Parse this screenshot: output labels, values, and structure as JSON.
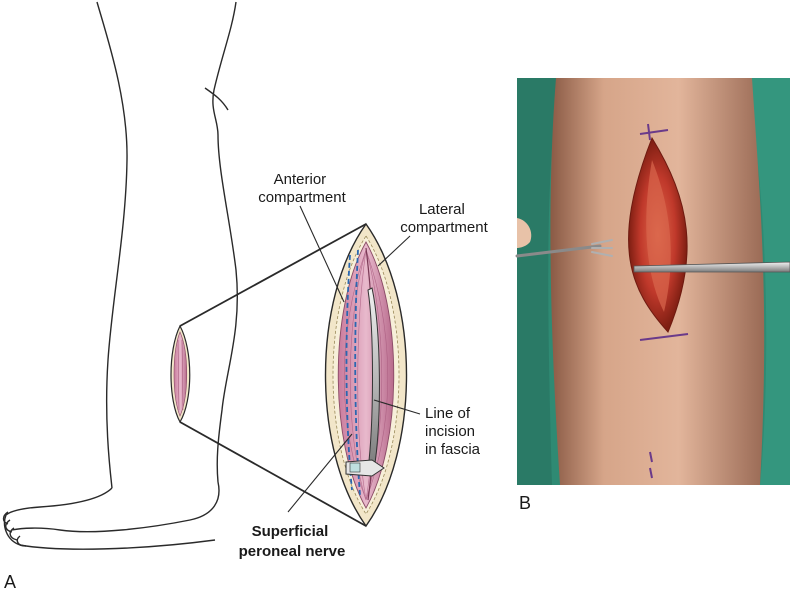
{
  "panels": {
    "a": "A",
    "b": "B"
  },
  "labels": {
    "anterior_compartment": [
      "Anterior",
      "compartment"
    ],
    "lateral_compartment": [
      "Lateral",
      "compartment"
    ],
    "line_of_incision": [
      "Line of",
      "incision",
      "in fascia"
    ],
    "superficial_peroneal_nerve": [
      "Superficial",
      "peroneal nerve"
    ]
  },
  "colors": {
    "muscle": "#d89ab3",
    "muscle_dark": "#b0607f",
    "skin_edge": "#f2e6c9",
    "incision_line": "#2a67b0",
    "instrument": "#d9d9d9",
    "photo_drape": "#2f8a73",
    "photo_skin": "#d9a98c",
    "photo_wound": "#b8301c"
  }
}
